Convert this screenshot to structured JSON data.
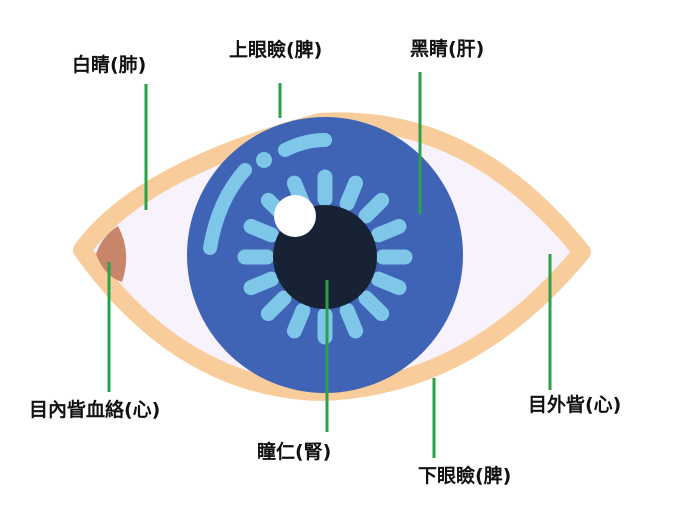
{
  "labels": {
    "sclera": "白睛(肺)",
    "upper_eyelid": "上眼瞼(脾)",
    "iris": "黑睛(肝)",
    "inner_canthus": "目內眥血絡(心)",
    "outer_canthus": "目外眥(心)",
    "pupil": "瞳仁(腎)",
    "lower_eyelid": "下眼瞼(脾)"
  },
  "colors": {
    "eyelid": "#F9CD9B",
    "sclera": "#F7F2FB",
    "iris": "#3F63B5",
    "iris_rays": "#7FC7E8",
    "pupil": "#172335",
    "highlight": "#FFFFFF",
    "caruncle": "#C7866A",
    "leader_line": "#2BA14B"
  }
}
